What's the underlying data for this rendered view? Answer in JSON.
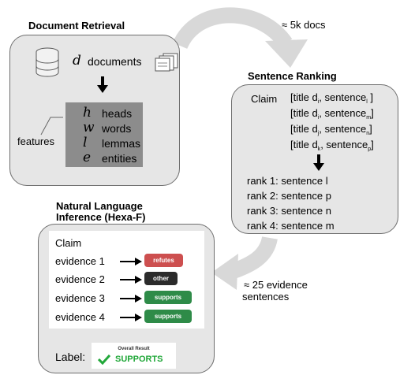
{
  "retrieval": {
    "title": "Document Retrieval",
    "d_symbol": "d",
    "documents_label": "documents",
    "features_label": "features",
    "features": [
      {
        "symbol": "h",
        "label": "heads"
      },
      {
        "symbol": "w",
        "label": "words"
      },
      {
        "symbol": "l",
        "label": "lemmas"
      },
      {
        "symbol": "e",
        "label": "entities"
      }
    ]
  },
  "flow": {
    "docs_count": "≈ 5k docs",
    "evidence_count_line1": "≈ 25 evidence",
    "evidence_count_line2": "sentences"
  },
  "ranking": {
    "title": "Sentence Ranking",
    "claim_label": "Claim",
    "sentences": [
      {
        "prefix": "[title d",
        "d_sub": "i",
        "mid": ", sentence",
        "s_sub": "l",
        "suffix": " ]"
      },
      {
        "prefix": "[title d",
        "d_sub": "i",
        "mid": ", sentence",
        "s_sub": "m",
        "suffix": "]"
      },
      {
        "prefix": "[title d",
        "d_sub": "j",
        "mid": ", sentence",
        "s_sub": "n",
        "suffix": "]"
      },
      {
        "prefix": "[title d",
        "d_sub": "k",
        "mid": ", sentence",
        "s_sub": "p",
        "suffix": "]"
      }
    ],
    "ranks": [
      "rank 1:  sentence l",
      "rank 2:  sentence p",
      "rank 3:  sentence n",
      "rank 4:  sentence m"
    ]
  },
  "inference": {
    "title_line1": "Natural Language",
    "title_line2": "Inference (Hexa-F)",
    "claim_label": "Claim",
    "evidence": [
      {
        "label": "evidence 1",
        "badge": "refutes",
        "color": "#cd4f4f"
      },
      {
        "label": "evidence 2",
        "badge": "other",
        "color": "#2b2b2b"
      },
      {
        "label": "evidence 3",
        "badge": "supports",
        "color": "#2e8b48"
      },
      {
        "label": "evidence 4",
        "badge": "supports",
        "color": "#2e8b48"
      }
    ],
    "label_text": "Label:",
    "result_header": "Overall Result",
    "result_value": "SUPPORTS",
    "result_color": "#22a83a"
  }
}
